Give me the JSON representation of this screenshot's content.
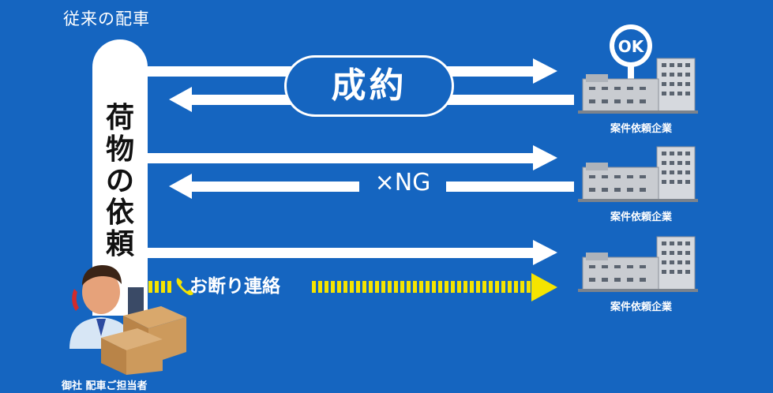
{
  "title": "従来の配車",
  "pillar_text": [
    "荷",
    "物",
    "の",
    "依",
    "頼"
  ],
  "seiyaku_label": "成約",
  "ng_label": "×NG",
  "call_label": "お断り連絡",
  "ok_badge": "OK",
  "companies": [
    {
      "label": "案件依頼企業"
    },
    {
      "label": "案件依頼企業"
    },
    {
      "label": "案件依頼企業"
    }
  ],
  "contact_label": "御社 配車ご担当者",
  "colors": {
    "background": "#1565c0",
    "arrow": "#ffffff",
    "dashed_arrow": "#f5e400",
    "building": "#c9ccd1"
  },
  "icons": [
    "phone-icon",
    "operator-avatar",
    "cardboard-box-icon",
    "building-icon",
    "ok-pin-icon"
  ]
}
